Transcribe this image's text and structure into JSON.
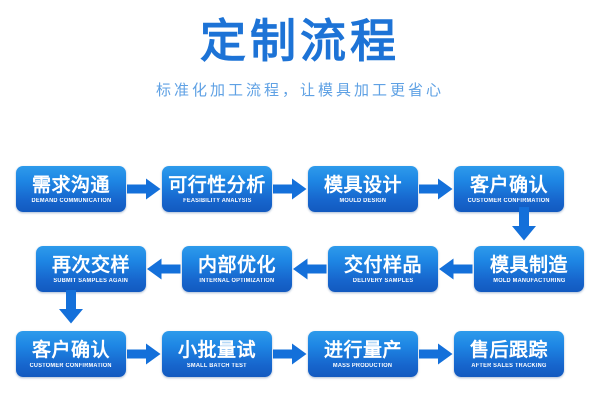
{
  "header": {
    "title": "定制流程",
    "subtitle": "标准化加工流程，让模具加工更省心",
    "title_color": "#1D73D6",
    "subtitle_color": "#5FA1E4"
  },
  "theme": {
    "background": "#FFFFFF",
    "box_gradient_top": "#2E9BEB",
    "box_gradient_bottom": "#1259BF",
    "arrow_color": "#1470DA",
    "box_text_color": "#FFFFFF"
  },
  "flow": {
    "rows": [
      {
        "direction": "left-to-right",
        "steps": [
          {
            "cn": "需求沟通",
            "en": "DEMAND COMMUNICATION"
          },
          {
            "cn": "可行性分析",
            "en": "FEASIBILITY ANALYSIS"
          },
          {
            "cn": "模具设计",
            "en": "MOULD DESIGN"
          },
          {
            "cn": "客户确认",
            "en": "CUSTOMER CONFIRMATION"
          }
        ]
      },
      {
        "direction": "right-to-left",
        "steps": [
          {
            "cn": "模具制造",
            "en": "MOLD MANUFACTURING"
          },
          {
            "cn": "交付样品",
            "en": "DELIVERY SAMPLES"
          },
          {
            "cn": "内部优化",
            "en": "INTERNAL OPTIMIZATION"
          },
          {
            "cn": "再次交样",
            "en": "SUBMIT SAMPLES AGAIN"
          }
        ]
      },
      {
        "direction": "left-to-right",
        "steps": [
          {
            "cn": "客户确认",
            "en": "CUSTOMER CONFIRMATION"
          },
          {
            "cn": "小批量试",
            "en": "SMALL BATCH TEST"
          },
          {
            "cn": "进行量产",
            "en": "MASS PRODUCTION"
          },
          {
            "cn": "售后跟踪",
            "en": "AFTER SALES TRACKING"
          }
        ]
      }
    ],
    "connectors": [
      {
        "name": "row1-to-row2",
        "direction": "down",
        "side": "right"
      },
      {
        "name": "row2-to-row3",
        "direction": "down",
        "side": "left"
      }
    ]
  }
}
